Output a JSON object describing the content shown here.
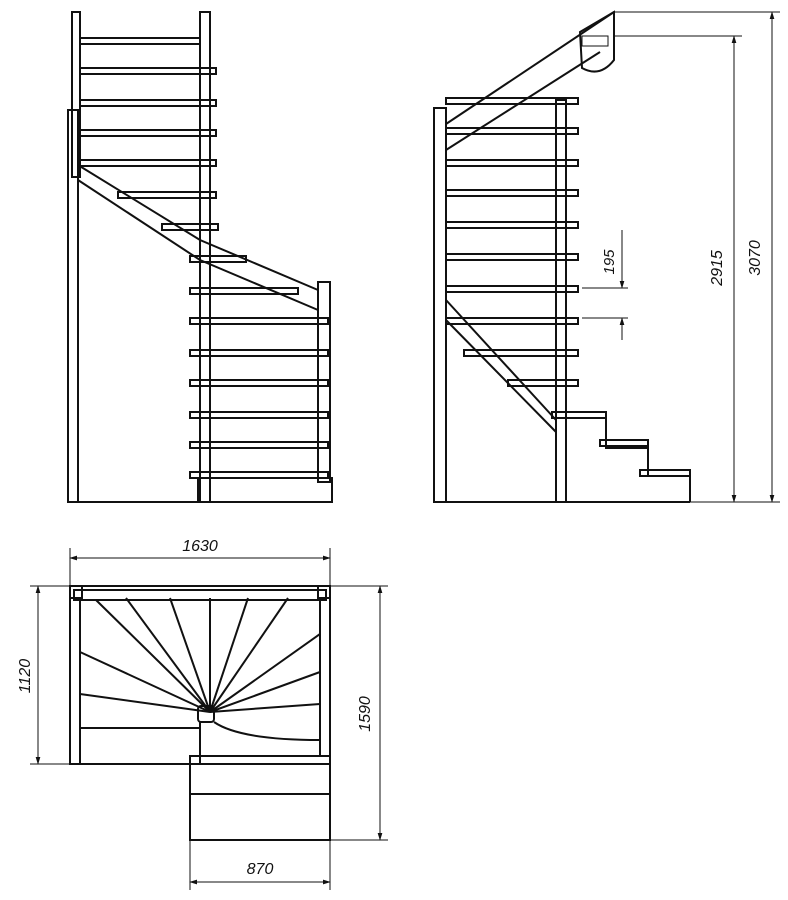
{
  "dimensions": {
    "width_total": "1630",
    "width_lower": "870",
    "depth_upper": "1120",
    "depth_total": "1590",
    "step_rise": "195",
    "height_floor": "2915",
    "height_total": "3070"
  },
  "colors": {
    "line": "#111111",
    "background": "#ffffff"
  }
}
